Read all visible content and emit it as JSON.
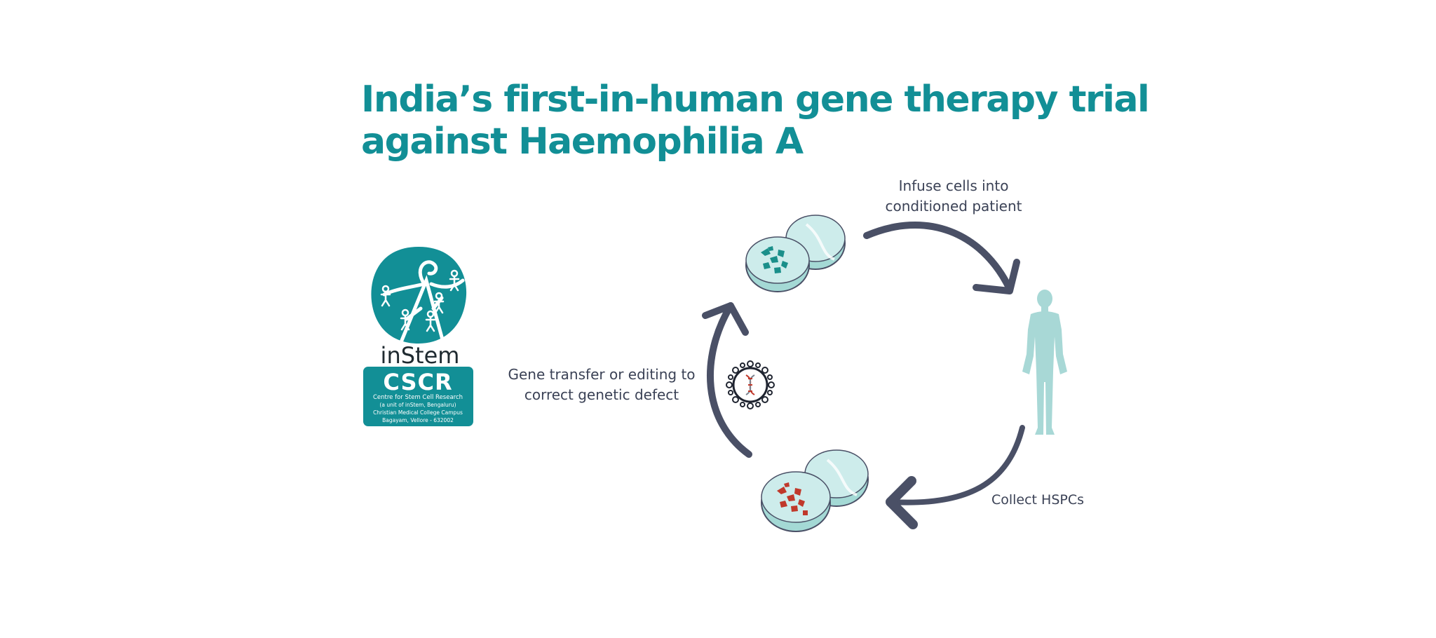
{
  "title": {
    "line1": "India’s first-in-human gene therapy trial",
    "line2": "against Haemophilia A"
  },
  "cycle": {
    "infuse_line1": "Infuse cells into",
    "infuse_line2": "conditioned patient",
    "collect": "Collect HSPCs",
    "gene_line1": "Gene transfer or editing to",
    "gene_line2": "correct genetic defect"
  },
  "logo": {
    "name": "inStem",
    "acronym": "CSCR",
    "line1": "Centre for Stem Cell Research",
    "line2": "(a unit of inStem, Bengaluru)",
    "line3": "Christian Medical College Campus",
    "line4": "Bagayam, Vellore - 632002"
  },
  "colors": {
    "teal": "#128f96",
    "arrow": "#4a5066",
    "dish_fill": "#cdeceb",
    "human": "#a8d8d6",
    "cells_green": "#1a8f8a",
    "cells_red": "#c0392b"
  },
  "icons": [
    "petri-dish-icon",
    "virus-vector-icon",
    "human-body-icon",
    "cycle-arrow-icon"
  ]
}
